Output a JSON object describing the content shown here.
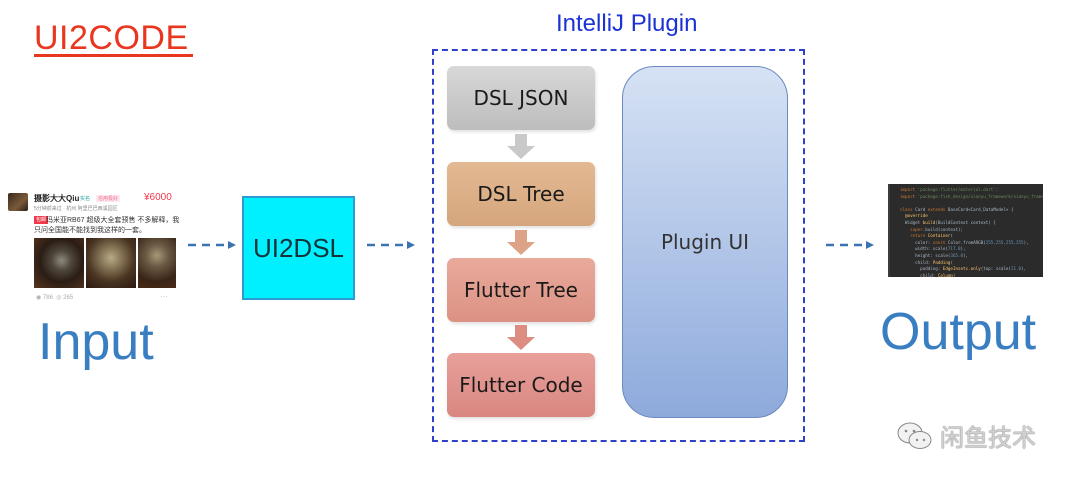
{
  "header": {
    "title": "UI2CODE"
  },
  "input": {
    "label": "Input",
    "card": {
      "user_name": "摄影大大Qiu",
      "badge_verified": "实名",
      "badge_credit": "信用极好",
      "price": "¥6000",
      "meta": "5分钟前来过 · 杭州 阿里巴巴西溪园区",
      "tag": "包邮",
      "description_line1": "玛米亚RB67 超级大全套预售 不多解释，我",
      "description_line2": "只问全国能不能找到我这样的一套。",
      "views": "786",
      "comments": "265",
      "more": "···"
    }
  },
  "ui2dsl": {
    "label": "UI2DSL"
  },
  "plugin": {
    "title": "IntelliJ Plugin",
    "stages": [
      {
        "label": "DSL JSON"
      },
      {
        "label": "DSL Tree"
      },
      {
        "label": "Flutter Tree"
      },
      {
        "label": "Flutter Code"
      }
    ],
    "plugin_ui_label": "Plugin UI"
  },
  "output": {
    "label": "Output",
    "code_lines": [
      {
        "parts": [
          {
            "c": "kw",
            "t": "import "
          },
          {
            "c": "str",
            "t": "'package:flutter/material.dart';"
          }
        ]
      },
      {
        "parts": [
          {
            "c": "kw",
            "t": "import "
          },
          {
            "c": "str",
            "t": "'package:fish_design/xianyu_framework/xianyu_framework.dart';"
          }
        ]
      },
      {
        "parts": [
          {
            "c": "plain",
            "t": " "
          }
        ]
      },
      {
        "parts": [
          {
            "c": "kw",
            "t": "class "
          },
          {
            "c": "plain",
            "t": "Card "
          },
          {
            "c": "kw",
            "t": "extends "
          },
          {
            "c": "plain",
            "t": "BaseCard<Card_DataModel> {"
          }
        ]
      },
      {
        "parts": [
          {
            "c": "fn",
            "t": "  @override"
          }
        ]
      },
      {
        "parts": [
          {
            "c": "plain",
            "t": "  Widget "
          },
          {
            "c": "fn",
            "t": "build"
          },
          {
            "c": "plain",
            "t": "(BuildContext context) {"
          }
        ]
      },
      {
        "parts": [
          {
            "c": "kw",
            "t": "    super"
          },
          {
            "c": "plain",
            "t": ".build(context);"
          }
        ]
      },
      {
        "parts": [
          {
            "c": "kw",
            "t": "    return "
          },
          {
            "c": "fn",
            "t": "Container"
          },
          {
            "c": "plain",
            "t": "("
          }
        ]
      },
      {
        "parts": [
          {
            "c": "plain",
            "t": "      color: "
          },
          {
            "c": "kw",
            "t": "const "
          },
          {
            "c": "plain",
            "t": "Color.fromARGB("
          },
          {
            "c": "num",
            "t": "255,255,255,255"
          },
          {
            "c": "plain",
            "t": "),"
          }
        ]
      },
      {
        "parts": [
          {
            "c": "plain",
            "t": "      width: scale("
          },
          {
            "c": "num",
            "t": "717.0"
          },
          {
            "c": "plain",
            "t": "),"
          }
        ]
      },
      {
        "parts": [
          {
            "c": "plain",
            "t": "      height: scale("
          },
          {
            "c": "num",
            "t": "365.0"
          },
          {
            "c": "plain",
            "t": "),"
          }
        ]
      },
      {
        "parts": [
          {
            "c": "plain",
            "t": "      child: "
          },
          {
            "c": "fn",
            "t": "Padding"
          },
          {
            "c": "plain",
            "t": "("
          }
        ]
      },
      {
        "parts": [
          {
            "c": "plain",
            "t": "        padding: "
          },
          {
            "c": "fn",
            "t": "EdgeInsets.only"
          },
          {
            "c": "plain",
            "t": "(top: scale("
          },
          {
            "c": "num",
            "t": "21.0"
          },
          {
            "c": "plain",
            "t": "),"
          }
        ]
      },
      {
        "parts": [
          {
            "c": "plain",
            "t": "        child: "
          },
          {
            "c": "fn",
            "t": "Column"
          },
          {
            "c": "plain",
            "t": "("
          }
        ]
      }
    ]
  },
  "watermark": {
    "text": "闲鱼技术"
  },
  "colors": {
    "title_red": "#e8361f",
    "label_blue": "#3a7ec2",
    "ui2dsl_cyan": "#00f0ff",
    "plugin_border_blue": "#3040c8",
    "arrow_blue": "#3b73b0"
  }
}
